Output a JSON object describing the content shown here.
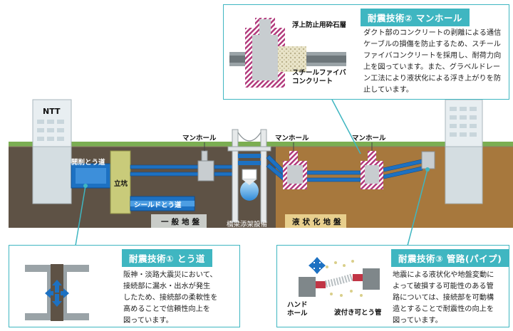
{
  "scene": {
    "ntt_label": "NTT",
    "manhole_labels": [
      "マンホール",
      "マンホール",
      "マンホール"
    ],
    "kaisaku_label": "開削とう道",
    "tatekou_label": "立坑",
    "shield_label": "シールドとう道",
    "bridge_label": "橋梁添架設備",
    "ground_normal": "一般地盤",
    "ground_liquefied": "液状化地盤"
  },
  "panel_manhole": {
    "title": "耐震技術② マンホール",
    "label_gravel": "浮上防止用砕石層",
    "label_steel_fiber": "スチールファイバ\nコンクリート",
    "body": "ダクト部のコンクリートの剥離による通信\nケーブルの損傷を防止するため、スチール\nファイバコンクリートを採用し、耐荷力向\n上を図っています。また、グラベルドレー\nン工法により液状化による浮き上がりを防\n止しています。"
  },
  "panel_tunnel": {
    "title": "耐震技術① とう道",
    "body": "阪神・淡路大震災において、\n接続部に漏水・出水が発生\nしたため、接続部の柔軟性を\n高めることで信頼性向上を\n図っています。"
  },
  "panel_pipe": {
    "title": "耐震技術③ 管路(パイプ)",
    "label_handhole": "ハンド\nホール",
    "label_corrugated": "波付き可とう管",
    "body": "地震による液状化や地盤変動に\nよって破損する可能性のある管\n路については、接続部を可動構\n造とすることで耐震性の向上を\n図っています。"
  },
  "colors": {
    "accent": "#3fb6c1",
    "soil_dark": "#5e5245",
    "soil_liquefied": "#a7783d",
    "grass": "#7bae52",
    "pipe_blue": "#1d71c2"
  }
}
